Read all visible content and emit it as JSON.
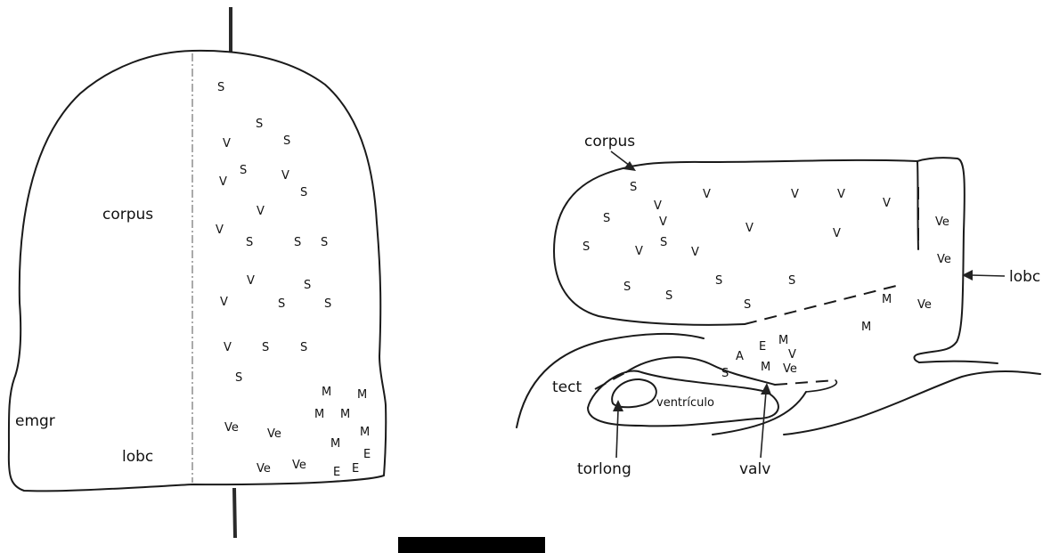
{
  "left_panel": {
    "labels": {
      "corpus": "corpus",
      "emgr": "emgr",
      "lobc": "lobc"
    },
    "markers": [
      "S",
      "S",
      "V",
      "S",
      "V",
      "S",
      "V",
      "S",
      "V",
      "V",
      "S",
      "S",
      "S",
      "V",
      "V",
      "S",
      "S",
      "V",
      "S",
      "S",
      "S",
      "S",
      "M",
      "M",
      "M",
      "M",
      "Ve",
      "Ve",
      "M",
      "M",
      "Ve",
      "Ve",
      "E",
      "E",
      "E"
    ]
  },
  "right_panel": {
    "labels": {
      "corpus": "corpus",
      "lobc": "lobc",
      "tect": "tect",
      "ventriculo": "ventrículo",
      "torlong": "torlong",
      "valv": "valv"
    },
    "markers": [
      "S",
      "V",
      "V",
      "V",
      "V",
      "V",
      "S",
      "V",
      "Ve",
      "S",
      "V",
      "S",
      "V",
      "V",
      "Ve",
      "S",
      "S",
      "S",
      "S",
      "V",
      "M",
      "Ve",
      "M",
      "S",
      "E",
      "M",
      "A",
      "V",
      "M",
      "Ve",
      "S"
    ]
  }
}
